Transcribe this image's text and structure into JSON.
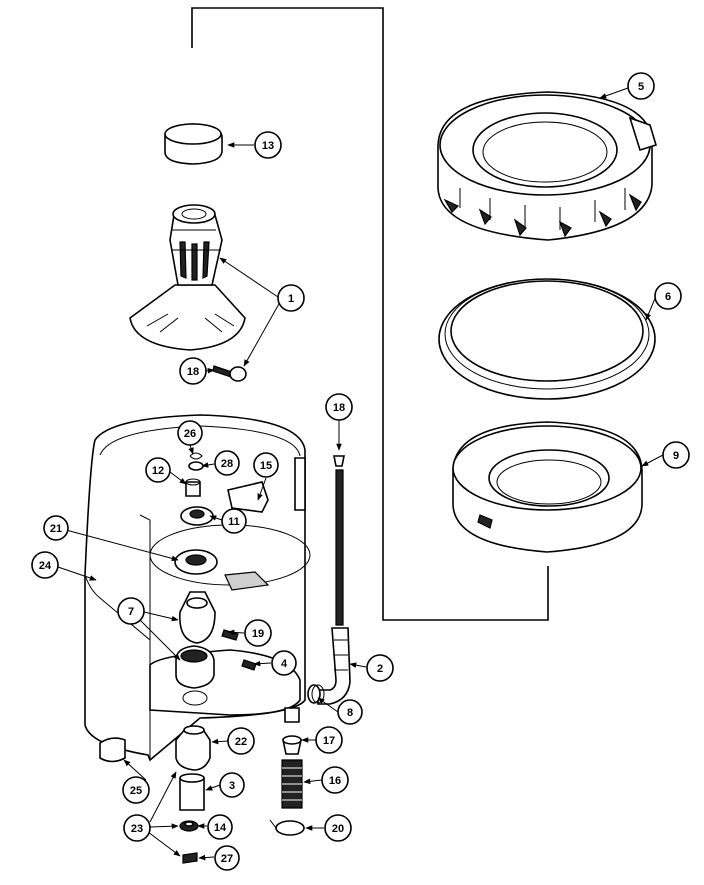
{
  "callouts": {
    "c1": "1",
    "c2": "2",
    "c3": "3",
    "c4": "4",
    "c5": "5",
    "c6": "6",
    "c7": "7",
    "c8": "8",
    "c9": "9",
    "c11": "11",
    "c12": "12",
    "c13": "13",
    "c14": "14",
    "c15": "15",
    "c16": "16",
    "c17": "17",
    "c18a": "18",
    "c18b": "18",
    "c19": "19",
    "c20": "20",
    "c21": "21",
    "c22": "22",
    "c23": "23",
    "c24": "24",
    "c25": "25",
    "c26": "26",
    "c27": "27",
    "c28": "28"
  }
}
